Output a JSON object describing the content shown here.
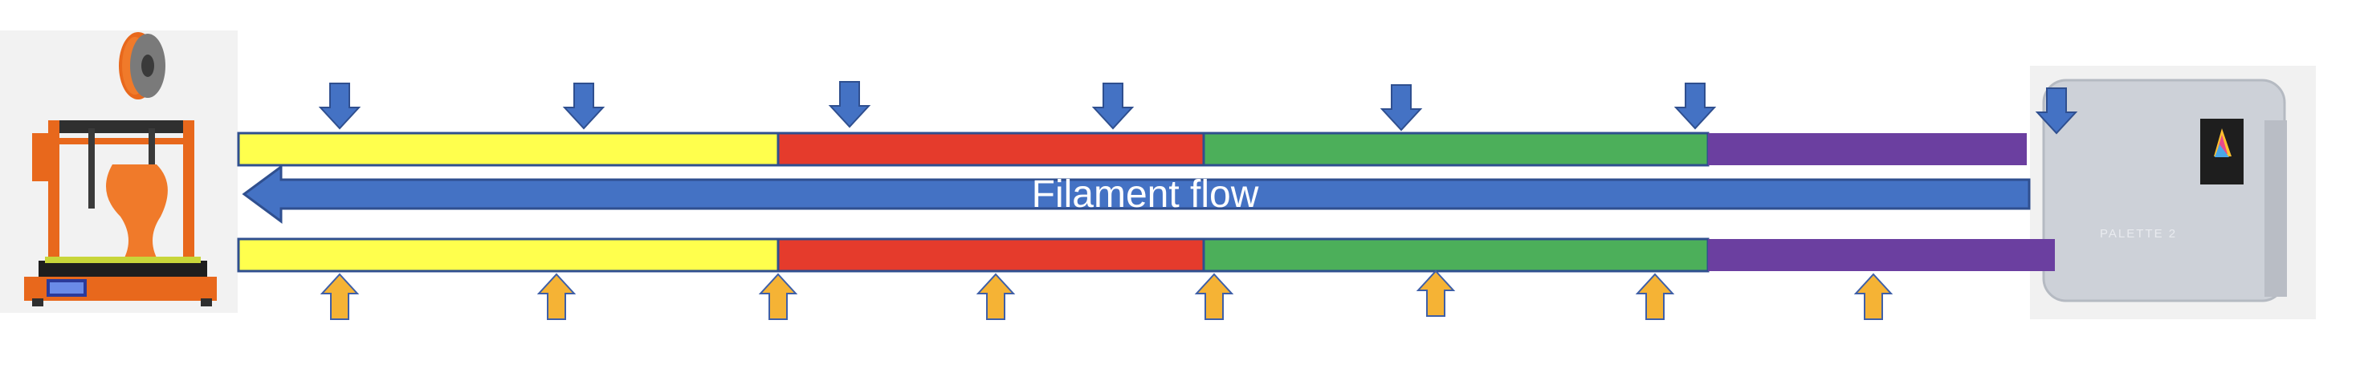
{
  "diagram": {
    "flow_label": "Filament flow",
    "printer": {
      "icon": "3d-printer-icon",
      "filament_color": "#F07A2A",
      "frame_color": "#2F2F2F"
    },
    "splicer": {
      "icon": "filament-splicer-icon",
      "label": "PALETTE 2",
      "body_color": "#C9CDD4"
    },
    "colors": {
      "flow_arrow": "#4472C4",
      "segment_outline": "#2F4F8F",
      "down_arrow": "#4472C4",
      "up_arrow": "#F5B335",
      "up_arrow_outline": "#3E5FA8"
    },
    "segments": [
      {
        "name": "yellow",
        "color": "#FFFF4D"
      },
      {
        "name": "red",
        "color": "#E53B2C"
      },
      {
        "name": "green",
        "color": "#4CAF5A"
      },
      {
        "name": "purple",
        "color": "#6B3FA0"
      }
    ]
  }
}
